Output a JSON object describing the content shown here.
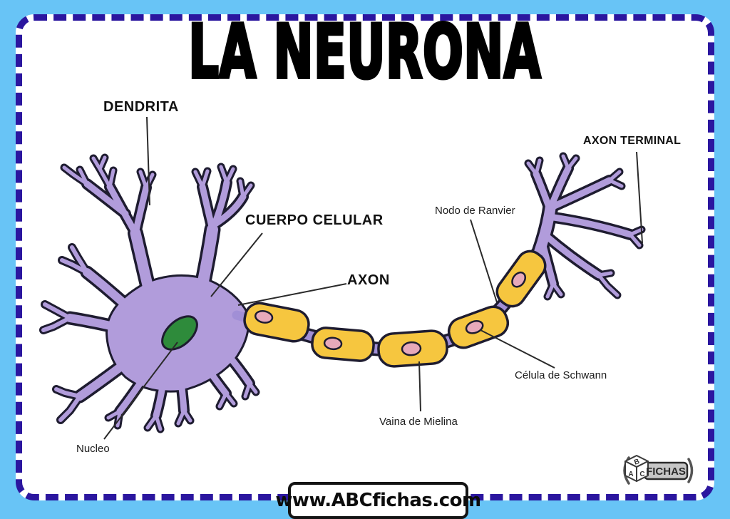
{
  "title": "LA NEURONA",
  "diagram": {
    "labels": {
      "dendrita": "DENDRITA",
      "cuerpo_celular": "CUERPO CELULAR",
      "axon": "AXON",
      "axon_terminal": "AXON TERMINAL",
      "nodo_de_ranvier": "Nodo de Ranvier",
      "celula_de_schwann": "Célula de Schwann",
      "vaina_de_mielina": "Vaina de Mielina",
      "nucleo": "Nucleo"
    },
    "colors": {
      "frame_blue": "#68C4F6",
      "dashed_border_indigo": "#2B169F",
      "neuron_purple": "#B19CDB",
      "outline_dark": "#1E1C30",
      "nucleus_green": "#2E8B3B",
      "myelin_yellow": "#F6C63F",
      "schwann_nucleus_pink": "#E7A9BA",
      "background_white": "#FFFFFF"
    }
  },
  "footer": {
    "website": "www.ABCfichas.com"
  },
  "logo": {
    "cube_letters": [
      "B",
      "A",
      "C"
    ],
    "text": "FICHAS"
  }
}
